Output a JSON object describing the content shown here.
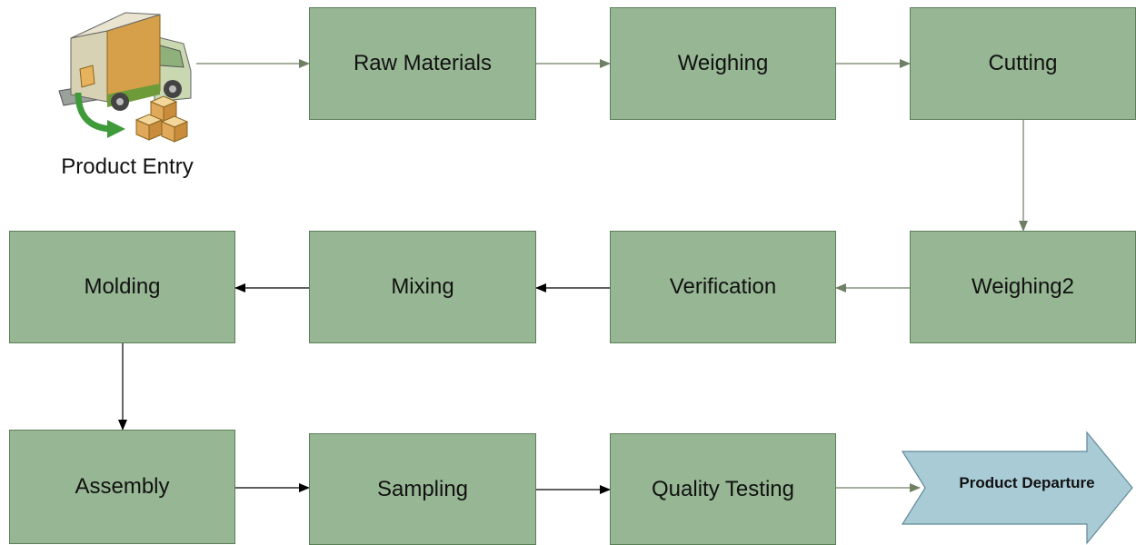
{
  "entry": {
    "label": "Product Entry"
  },
  "steps": {
    "raw_materials": "Raw Materials",
    "weighing": "Weighing",
    "cutting": "Cutting",
    "weighing2": "Weighing2",
    "verification": "Verification",
    "mixing": "Mixing",
    "molding": "Molding",
    "assembly": "Assembly",
    "sampling": "Sampling",
    "quality_testing": "Quality Testing"
  },
  "departure": {
    "label": "Product Departure"
  },
  "colors": {
    "step_fill": "#97b794",
    "step_border": "#5a7f57",
    "connector_gray": "#6f7f63",
    "connector_black": "#000000",
    "departure_fill": "#a9cbd6",
    "departure_border": "#5f8a99"
  },
  "icons": {
    "entry": "delivery-truck-icon"
  }
}
